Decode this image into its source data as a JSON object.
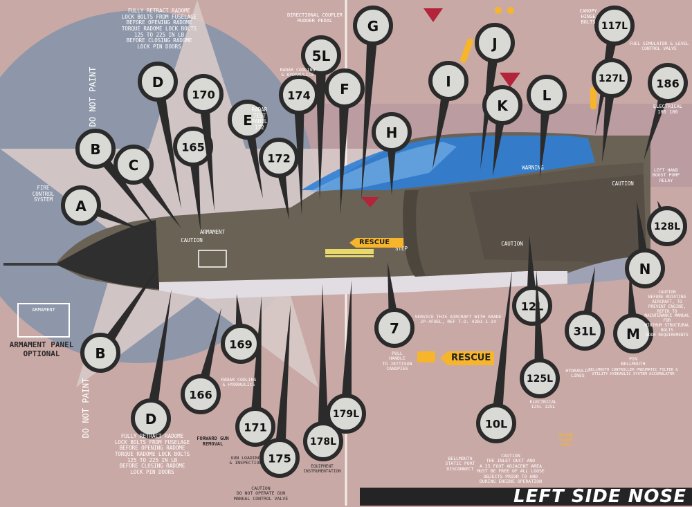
{
  "title": "LEFT SIDE NOSE",
  "do_not_paint": "DO NOT PAINT",
  "armament_panel_box_label": "ARMAMENT",
  "armament_panel_optional": "ARMAMENT PANEL\nOPTIONAL",
  "rescue_label": "RESCUE",
  "callouts": [
    "A",
    "B",
    "B",
    "C",
    "D",
    "D",
    "E",
    "F",
    "G",
    "H",
    "I",
    "J",
    "K",
    "L",
    "M",
    "N",
    "7",
    "5L",
    "10L",
    "12L",
    "31L",
    "117L",
    "125L",
    "127L",
    "128L",
    "165",
    "166",
    "169",
    "170",
    "171",
    "172",
    "174",
    "175",
    "178L",
    "179L",
    "186"
  ],
  "texts": {
    "d_top": "FULLY RETRACT RADOME\nLOCK BOLTS FROM FUSELAGE\nBEFORE OPENING RADOME\nTORQUE RADOME LOCK BOLTS\n125 TO 225 IN LB\nBEFORE CLOSING RADOME\nLOCK PIN DOORS",
    "d_bottom": "FULLY RETRACT RADOME\nLOCK BOLTS FROM FUSELAGE\nBEFORE OPENING RADOME\nTORQUE RADOME LOCK BOLTS\n125 TO 225 IN LB\nBEFORE CLOSING RADOME\nLOCK PIN DOORS",
    "fire_control": "FIRE\nCONTROL\nSYSTEM",
    "directional_coupler": "DIRECTIONAL COUPLER\nRUDDER PEDAL",
    "radar_test_panel": "RADAR\nTEST\nPANEL\n172",
    "canopy_hinge": "CANOPY\nHINGE\nBOLTS",
    "fuel_simulator": "FUEL SIMULATOR & LEVEL\nCONTROL VALVE",
    "electrical_186": "ELECTRICAL\n186  186",
    "left_hand_boost_pump": "LEFT HAND\nBOOST PUMP\nRELAY",
    "service_aircraft": "SERVICE THIS AIRCRAFT WITH GRADE\nJP-4FUEL, REF T.O. 42B1-1-14",
    "pull_handle": "PULL\nHANDLE\nTO JETTISON\nCANOPIES",
    "forward_gun_removal": "FORWARD GUN\nREMOVAL",
    "gun_loading": "GUN LOADING\n& INSPECTION",
    "caution_10l": "CAUTION\nTHE INLET DUCT AND\nA 25 FOOT ADJACENT AREA\nMUST BE FREE OF ALL LOOSE\nOBJECTS PRIOR TO AND\nDURING ENGINE OPERATION",
    "bellmouth_static": "BELLMOUTH\nSTATIC PORT\nDISCONNECT",
    "hydraulic_lines": "HYDRAULIC\nLINES",
    "pin_bellmouth": "PIN\nBELLMOUTH",
    "electrical_125l": "ELECTRICAL\n125L  125L",
    "caution_n": "CAUTION\nBEFORE ROTATING AIRCRAFT, TO\nPREVENT ENGINE, REFER TO\nMAINTENANCE MANUAL FOR\nMINIMUM STRUCTURAL BOLTS\nDOOR REQUIREMENTS",
    "bellmouth_controller": "BELLMOUTH CONTROLLER PNEUMATIC FILTER &\nUTILITY HYDRAULIC SYSTEM ACCUMULATOR",
    "radar_cooling": "RADAR COOLING\n& HYDRAULICS",
    "ground_here": "GROUND\nPLANE\nHERE",
    "caution_175": "CAUTION\nDO NOT OPERATE GUN\nMANUAL CONTROL VALVE",
    "radar_cooling_hyd": "RADAR COOLING\n& HYDRAULICS",
    "equipment_175": "EQUIPMENT\nINSTRUMENTATION"
  },
  "colors": {
    "background": "#c9a9a6",
    "aircraft_body": "#6b6256",
    "aircraft_belly": "#e2dde3",
    "roundel_blue": "#8e97a9",
    "roundel_white": "#d7c9c8",
    "canopy_blue": "#2f7fd6",
    "bubble_fill": "#d9d9d6",
    "pointer": "#2b2b2b",
    "rescue_yellow": "#f6b52b",
    "danger_red": "#b3243a"
  }
}
